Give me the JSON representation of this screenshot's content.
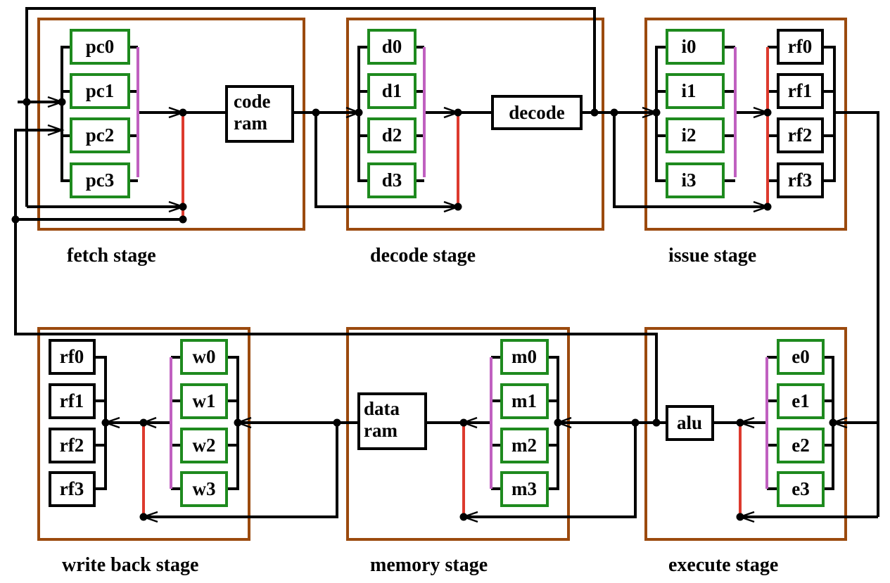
{
  "colors": {
    "stage_border": "#9b4a0e",
    "register_border": "#1e8a1e",
    "plain_border": "#000000",
    "select_bar": "#c060c0",
    "clock_bar": "#dd3a2e",
    "wire": "#000000"
  },
  "stages": {
    "fetch": {
      "label": "fetch stage",
      "regs": [
        "pc0",
        "pc1",
        "pc2",
        "pc3"
      ],
      "unit": [
        "code",
        "ram"
      ]
    },
    "decode": {
      "label": "decode stage",
      "regs": [
        "d0",
        "d1",
        "d2",
        "d3"
      ],
      "unit": [
        "decode"
      ]
    },
    "issue": {
      "label": "issue stage",
      "regs": [
        "i0",
        "i1",
        "i2",
        "i3"
      ],
      "regfile": [
        "rf0",
        "rf1",
        "rf2",
        "rf3"
      ]
    },
    "execute": {
      "label": "execute stage",
      "regs": [
        "e0",
        "e1",
        "e2",
        "e3"
      ],
      "unit": [
        "alu"
      ]
    },
    "memory": {
      "label": "memory stage",
      "regs": [
        "m0",
        "m1",
        "m2",
        "m3"
      ],
      "unit": [
        "data",
        "ram"
      ]
    },
    "writeback": {
      "label": "write back stage",
      "regs": [
        "w0",
        "w1",
        "w2",
        "w3"
      ],
      "regfile": [
        "rf0",
        "rf1",
        "rf2",
        "rf3"
      ]
    }
  }
}
